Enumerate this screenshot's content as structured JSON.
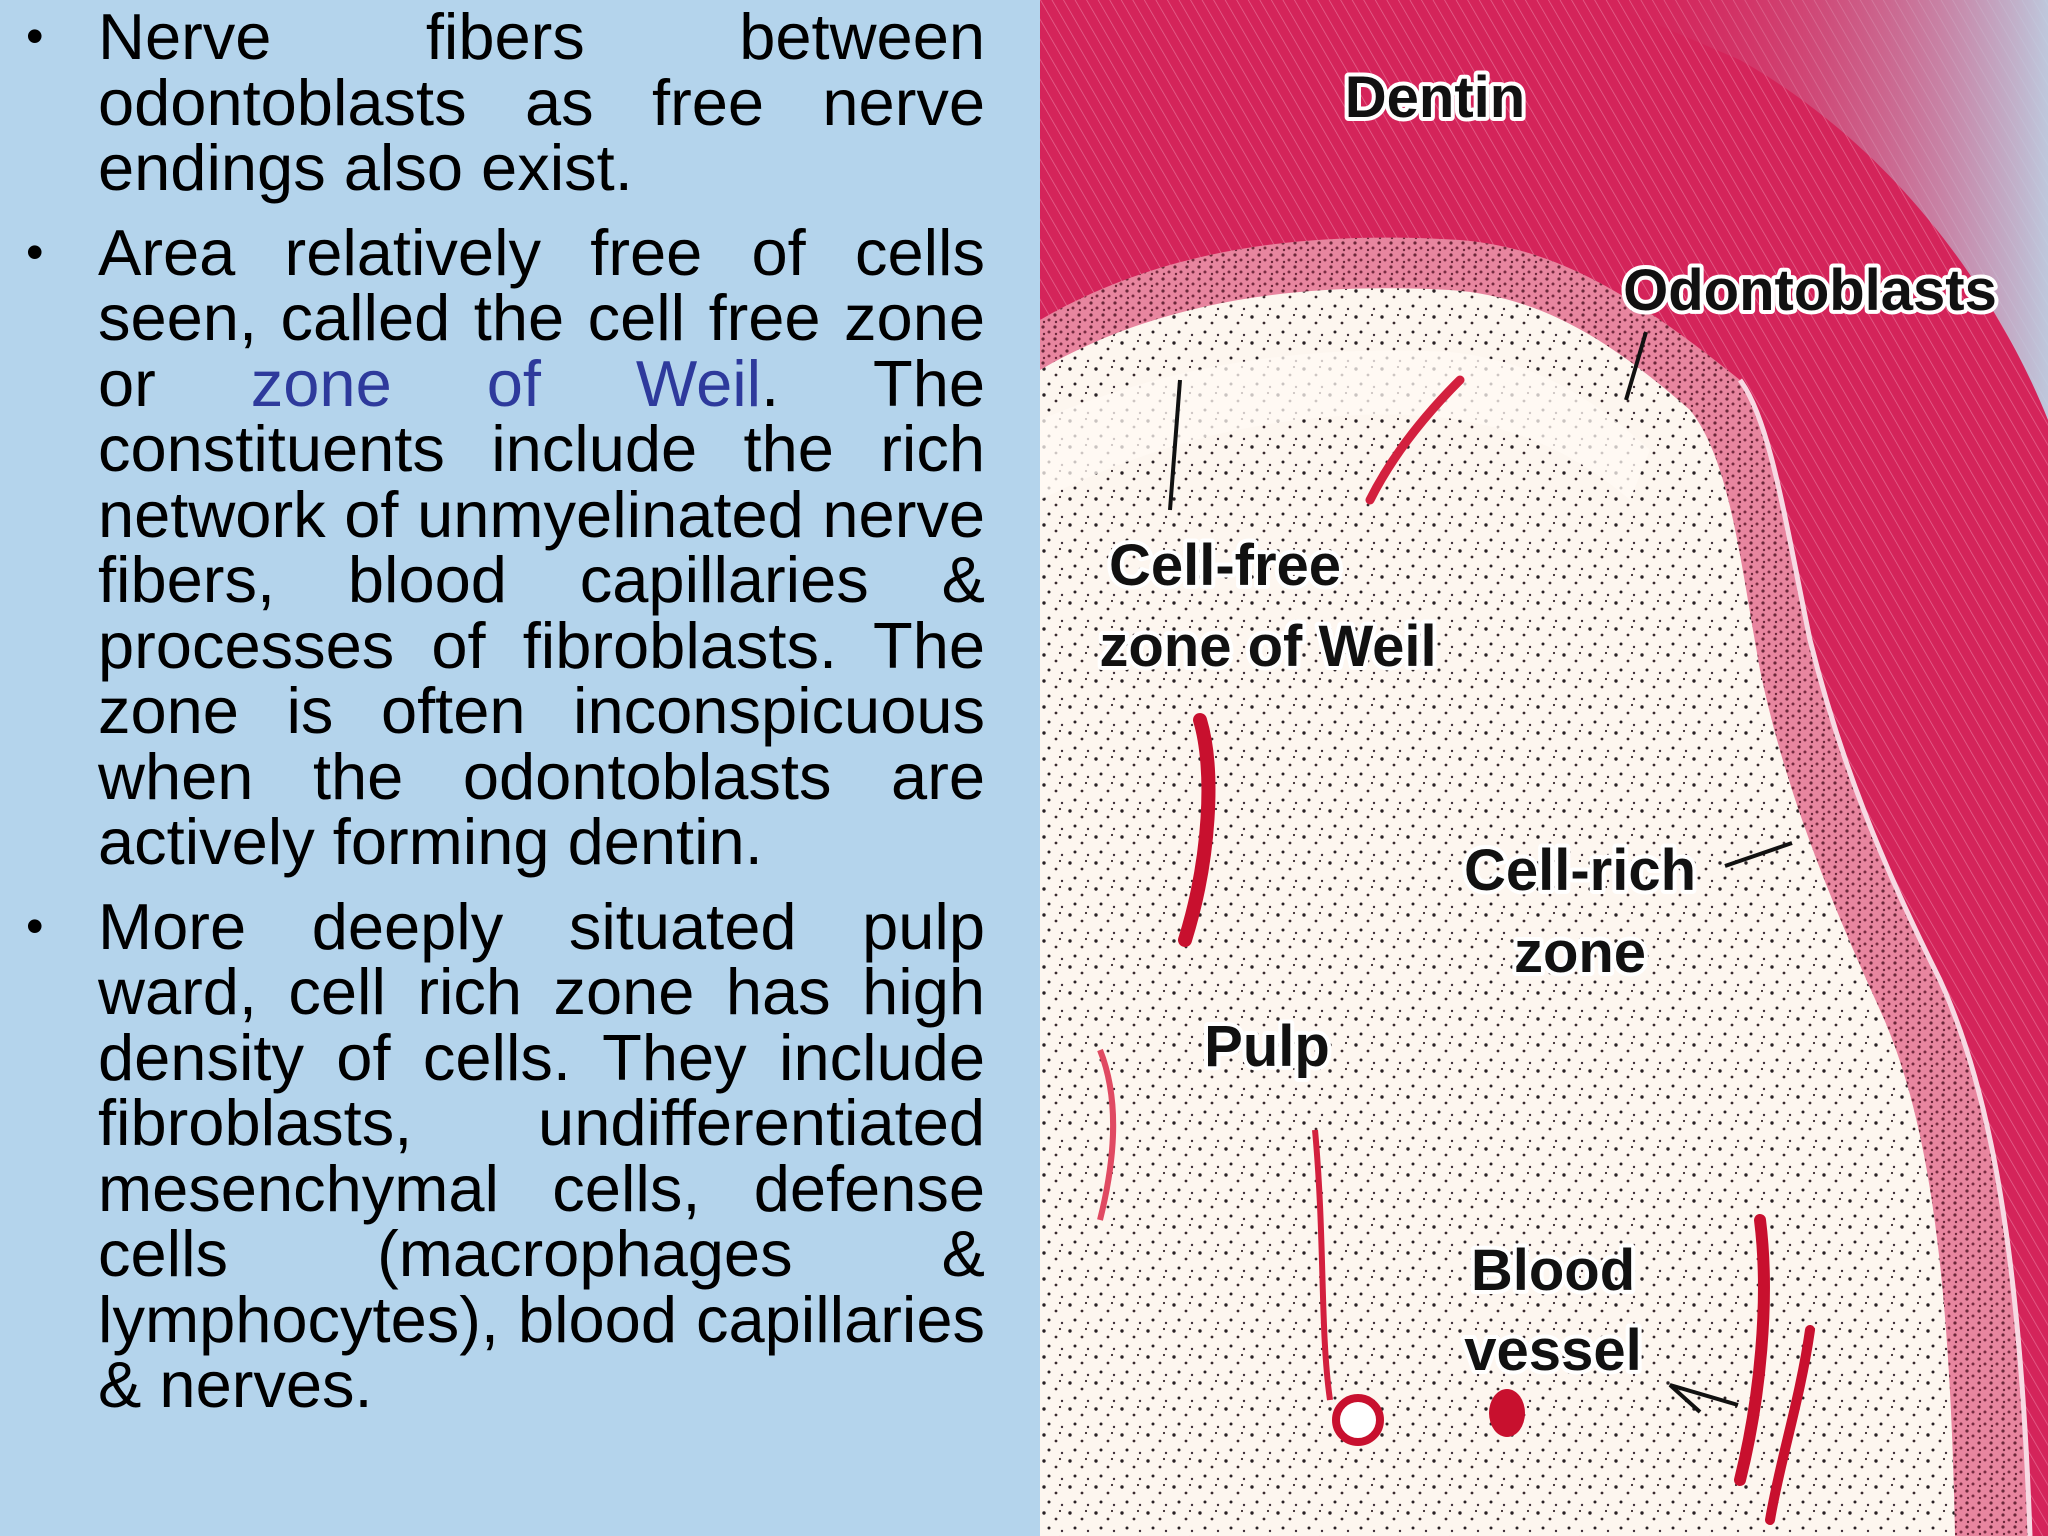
{
  "bullets": {
    "b1": "Nerve fibers between odontoblasts as free nerve endings also exist.",
    "b2_before": "Area relatively free of cells seen, called the cell free zone or ",
    "b2_highlight": "zone of Weil",
    "b2_after": ". The constituents include the rich network of unmyelinated nerve fibers, blood capillaries & processes of fibroblasts. The zone is often inconspicuous when the odontoblasts are actively forming dentin.",
    "b3": "More deeply situated pulp ward, cell rich zone has high density of cells. They include fibroblasts, undifferentiated mesenchymal cells, defense cells (macrophages & lymphocytes), blood capillaries & nerves."
  },
  "bullet_symbol": "•",
  "figure": {
    "labels": {
      "dentin": "Dentin",
      "odontoblasts": "Odontoblasts",
      "cell_free_1": "Cell-free",
      "cell_free_2": "zone of Weil",
      "cell_rich_1": "Cell-rich",
      "cell_rich_2": "zone",
      "pulp": "Pulp",
      "blood_1": "Blood",
      "blood_2": "vessel"
    }
  },
  "colors": {
    "background": "#b4d4ec",
    "highlight": "#2e3a9c",
    "dentin": "#d4245a",
    "pulp": "#fdf6ef"
  }
}
